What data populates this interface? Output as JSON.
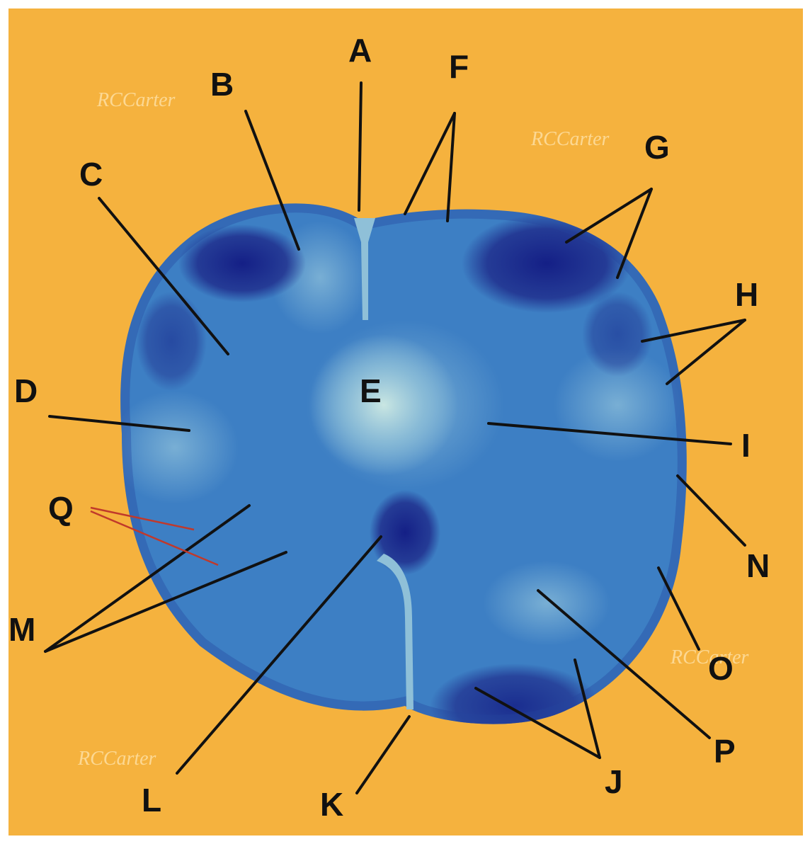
{
  "diagram": {
    "colors": {
      "background": "#F5B23E",
      "section_base": "#3D7FC4",
      "section_light": "#8FC0D8",
      "section_dark": "#1E2A8A",
      "pointer_line": "#111111",
      "q_line": "#C0392B"
    },
    "labels": [
      "A",
      "B",
      "C",
      "D",
      "E",
      "F",
      "G",
      "H",
      "I",
      "J",
      "K",
      "L",
      "M",
      "N",
      "O",
      "P",
      "Q"
    ],
    "watermarks": [
      "RCCarter",
      "RCCarter",
      "RCCarter",
      "RCCarter"
    ]
  }
}
